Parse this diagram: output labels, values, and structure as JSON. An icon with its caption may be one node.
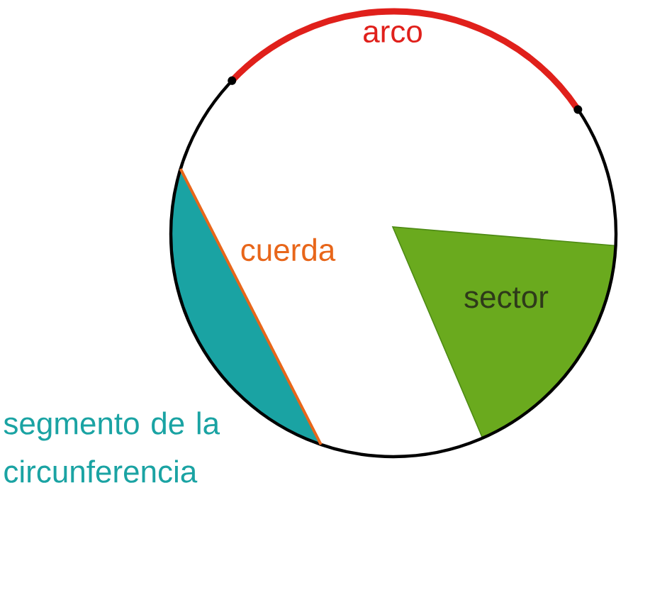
{
  "diagram": {
    "labels": [
      "arco",
      "cuerda",
      "sector",
      "segmento de la circunferencia"
    ]
  }
}
